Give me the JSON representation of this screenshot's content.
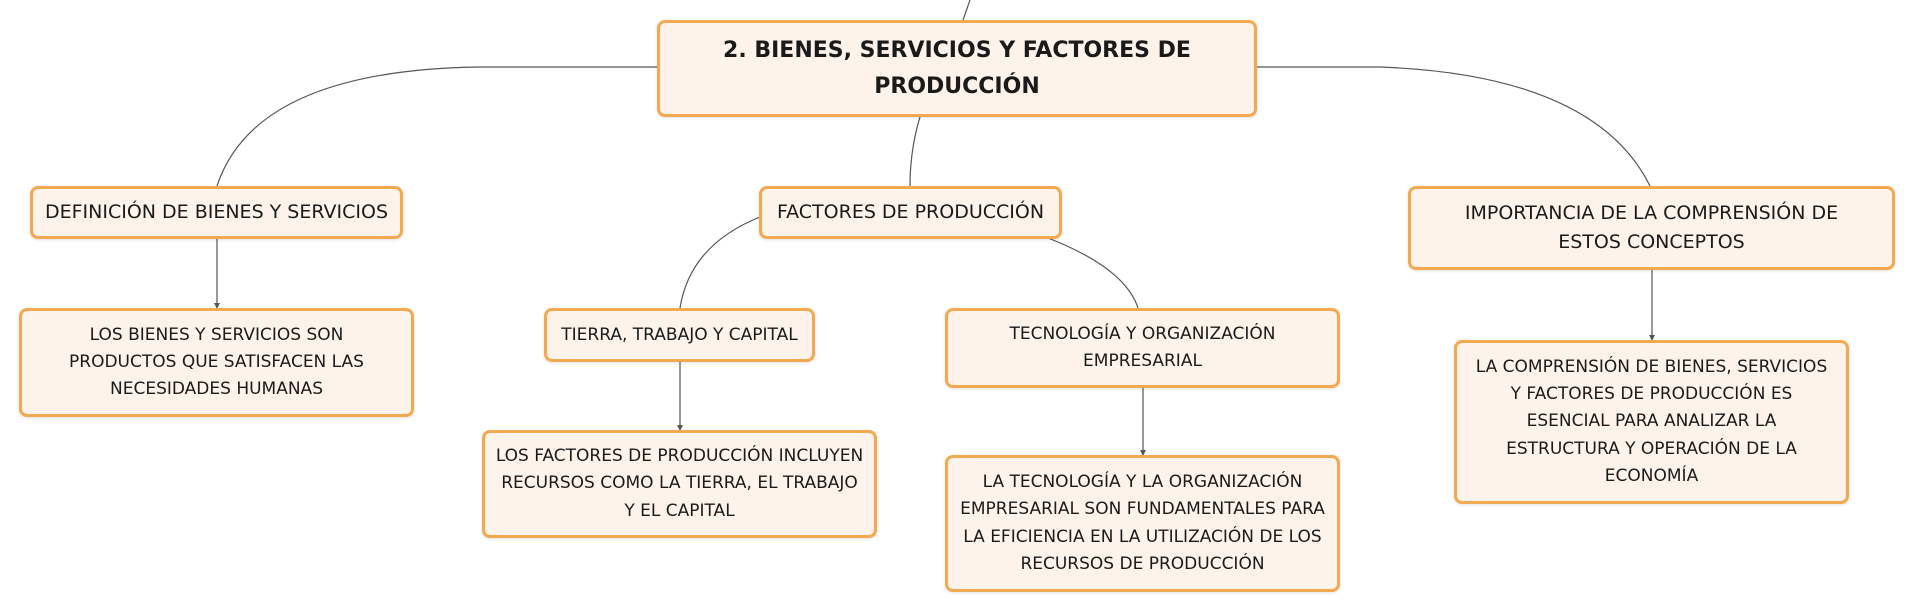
{
  "diagram": {
    "root": {
      "label": "2. BIENES, SERVICIOS Y FACTORES DE PRODUCCIÓN"
    },
    "definicion": {
      "label": "DEFINICIÓN DE BIENES Y SERVICIOS",
      "detail": "LOS BIENES Y SERVICIOS SON PRODUCTOS QUE SATISFACEN LAS NECESIDADES HUMANAS"
    },
    "factores": {
      "label": "FACTORES DE PRODUCCIÓN",
      "tierra": {
        "label": "TIERRA, TRABAJO Y CAPITAL",
        "detail": "LOS FACTORES DE PRODUCCIÓN INCLUYEN RECURSOS COMO LA TIERRA, EL TRABAJO Y EL CAPITAL"
      },
      "tecnologia": {
        "label": "TECNOLOGÍA Y ORGANIZACIÓN EMPRESARIAL",
        "detail": "LA TECNOLOGÍA Y LA ORGANIZACIÓN EMPRESARIAL SON FUNDAMENTALES PARA LA EFICIENCIA EN LA UTILIZACIÓN DE LOS RECURSOS DE PRODUCCIÓN"
      }
    },
    "importancia": {
      "label": "IMPORTANCIA DE LA COMPRENSIÓN DE ESTOS CONCEPTOS",
      "detail": "LA COMPRENSIÓN DE BIENES, SERVICIOS Y FACTORES DE PRODUCCIÓN ES ESENCIAL PARA ANALIZAR LA ESTRUCTURA Y OPERACIÓN DE LA ECONOMÍA"
    }
  },
  "colors": {
    "node_fill": "#fdf3ea",
    "node_border": "#f3a94f",
    "edge": "#555555"
  }
}
